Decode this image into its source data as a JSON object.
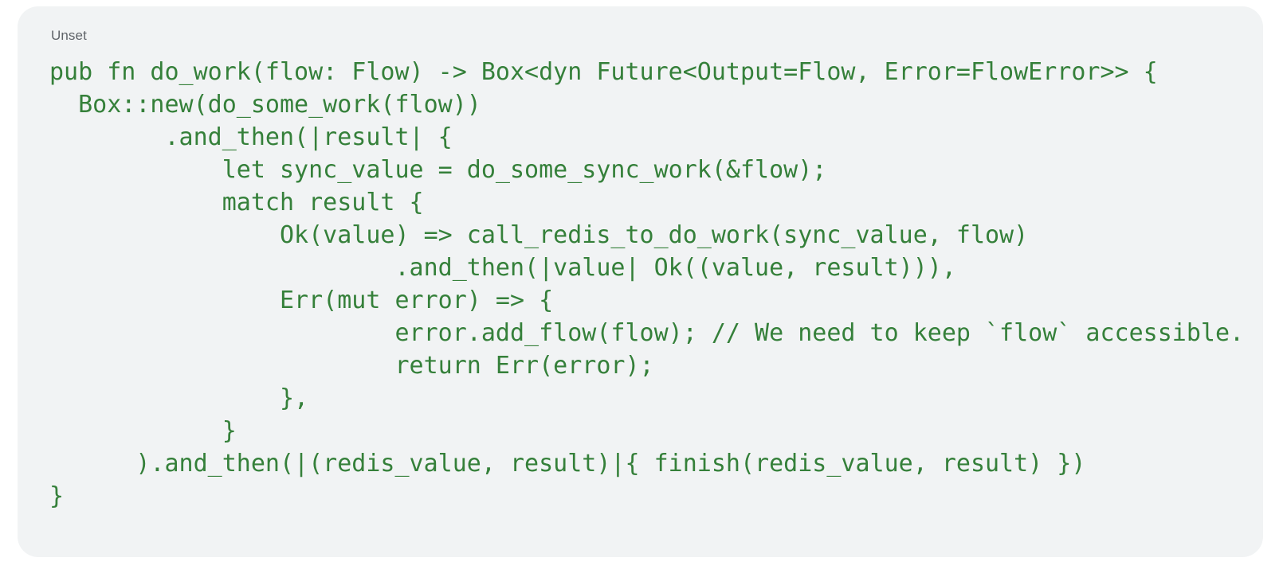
{
  "card": {
    "language_label": "Unset",
    "background_color": "#f1f3f4",
    "code_color": "#35803a",
    "label_color": "#5f6368",
    "page_background": "#ffffff"
  },
  "code": {
    "language": "Unset",
    "lines": [
      "pub fn do_work(flow: Flow) -> Box<dyn Future<Output=Flow, Error=FlowError>> {",
      "  Box::new(do_some_work(flow))",
      "        .and_then(|result| {",
      "            let sync_value = do_some_sync_work(&flow);",
      "            match result {",
      "                Ok(value) => call_redis_to_do_work(sync_value, flow)",
      "                        .and_then(|value| Ok((value, result))),",
      "                Err(mut error) => {",
      "                        error.add_flow(flow); // We need to keep `flow` accessible.",
      "                        return Err(error);",
      "                },",
      "            }",
      "      ).and_then(|(redis_value, result)|{ finish(redis_value, result) })",
      "}"
    ]
  }
}
